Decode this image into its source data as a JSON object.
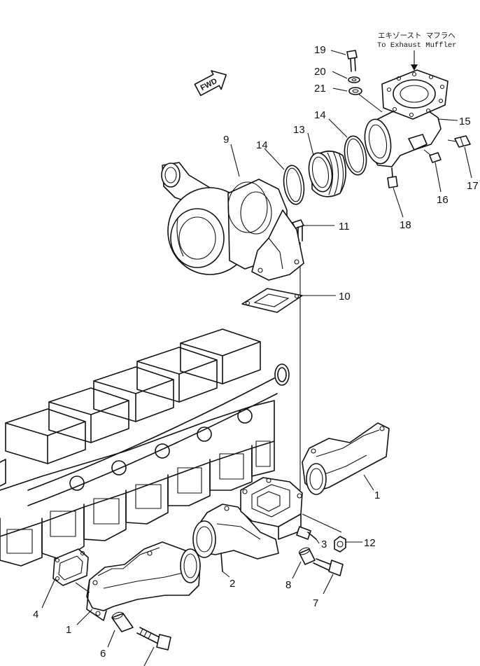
{
  "note": {
    "japanese": "エキゾースト マフラヘ",
    "english": "To Exhaust Muffler"
  },
  "fwd_label": "FWD",
  "callouts": {
    "c1a": "1",
    "c1b": "1",
    "c2": "2",
    "c3": "3",
    "c4": "4",
    "c6": "6",
    "c7": "7",
    "c8": "8",
    "c9": "9",
    "c10": "10",
    "c11": "11",
    "c12": "12",
    "c13": "13",
    "c14a": "14",
    "c14b": "14",
    "c15": "15",
    "c16": "16",
    "c17": "17",
    "c18": "18",
    "c19": "19",
    "c20": "20",
    "c21": "21"
  }
}
